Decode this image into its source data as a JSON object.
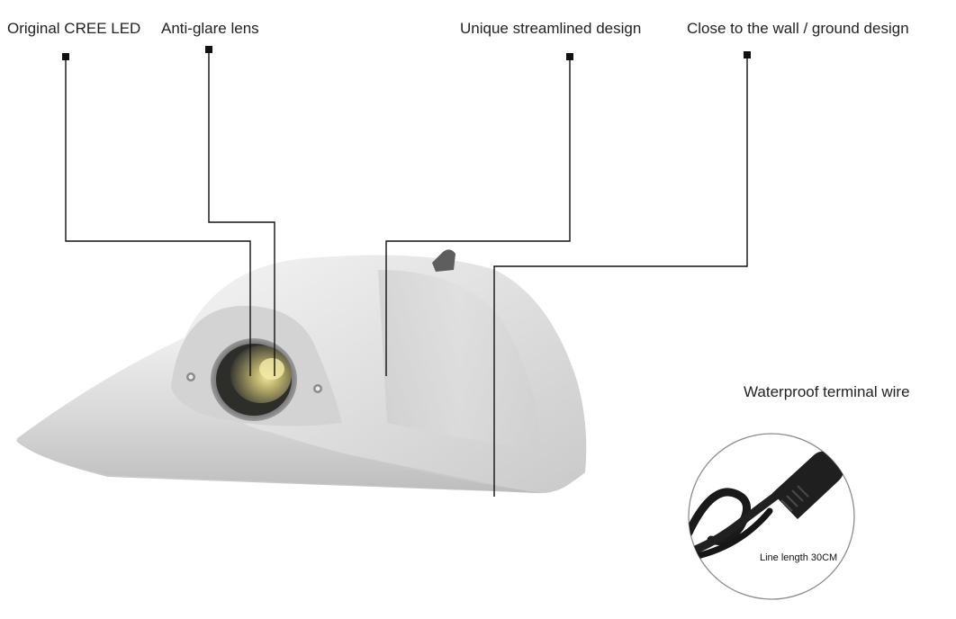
{
  "callouts": {
    "cree_led": "Original CREE LED",
    "anti_glare_lens": "Anti-glare lens",
    "streamlined_design": "Unique streamlined design",
    "wall_ground_design": "Close to the wall / ground design",
    "waterproof_wire": "Waterproof terminal wire",
    "line_length": "Line length 30CM"
  },
  "colors": {
    "body_light": "#e4e4e4",
    "body_shadow": "#b9b9b9",
    "lens_glow": "#e6d98a",
    "leader_line": "#111111",
    "cable": "#1a1a1a"
  }
}
